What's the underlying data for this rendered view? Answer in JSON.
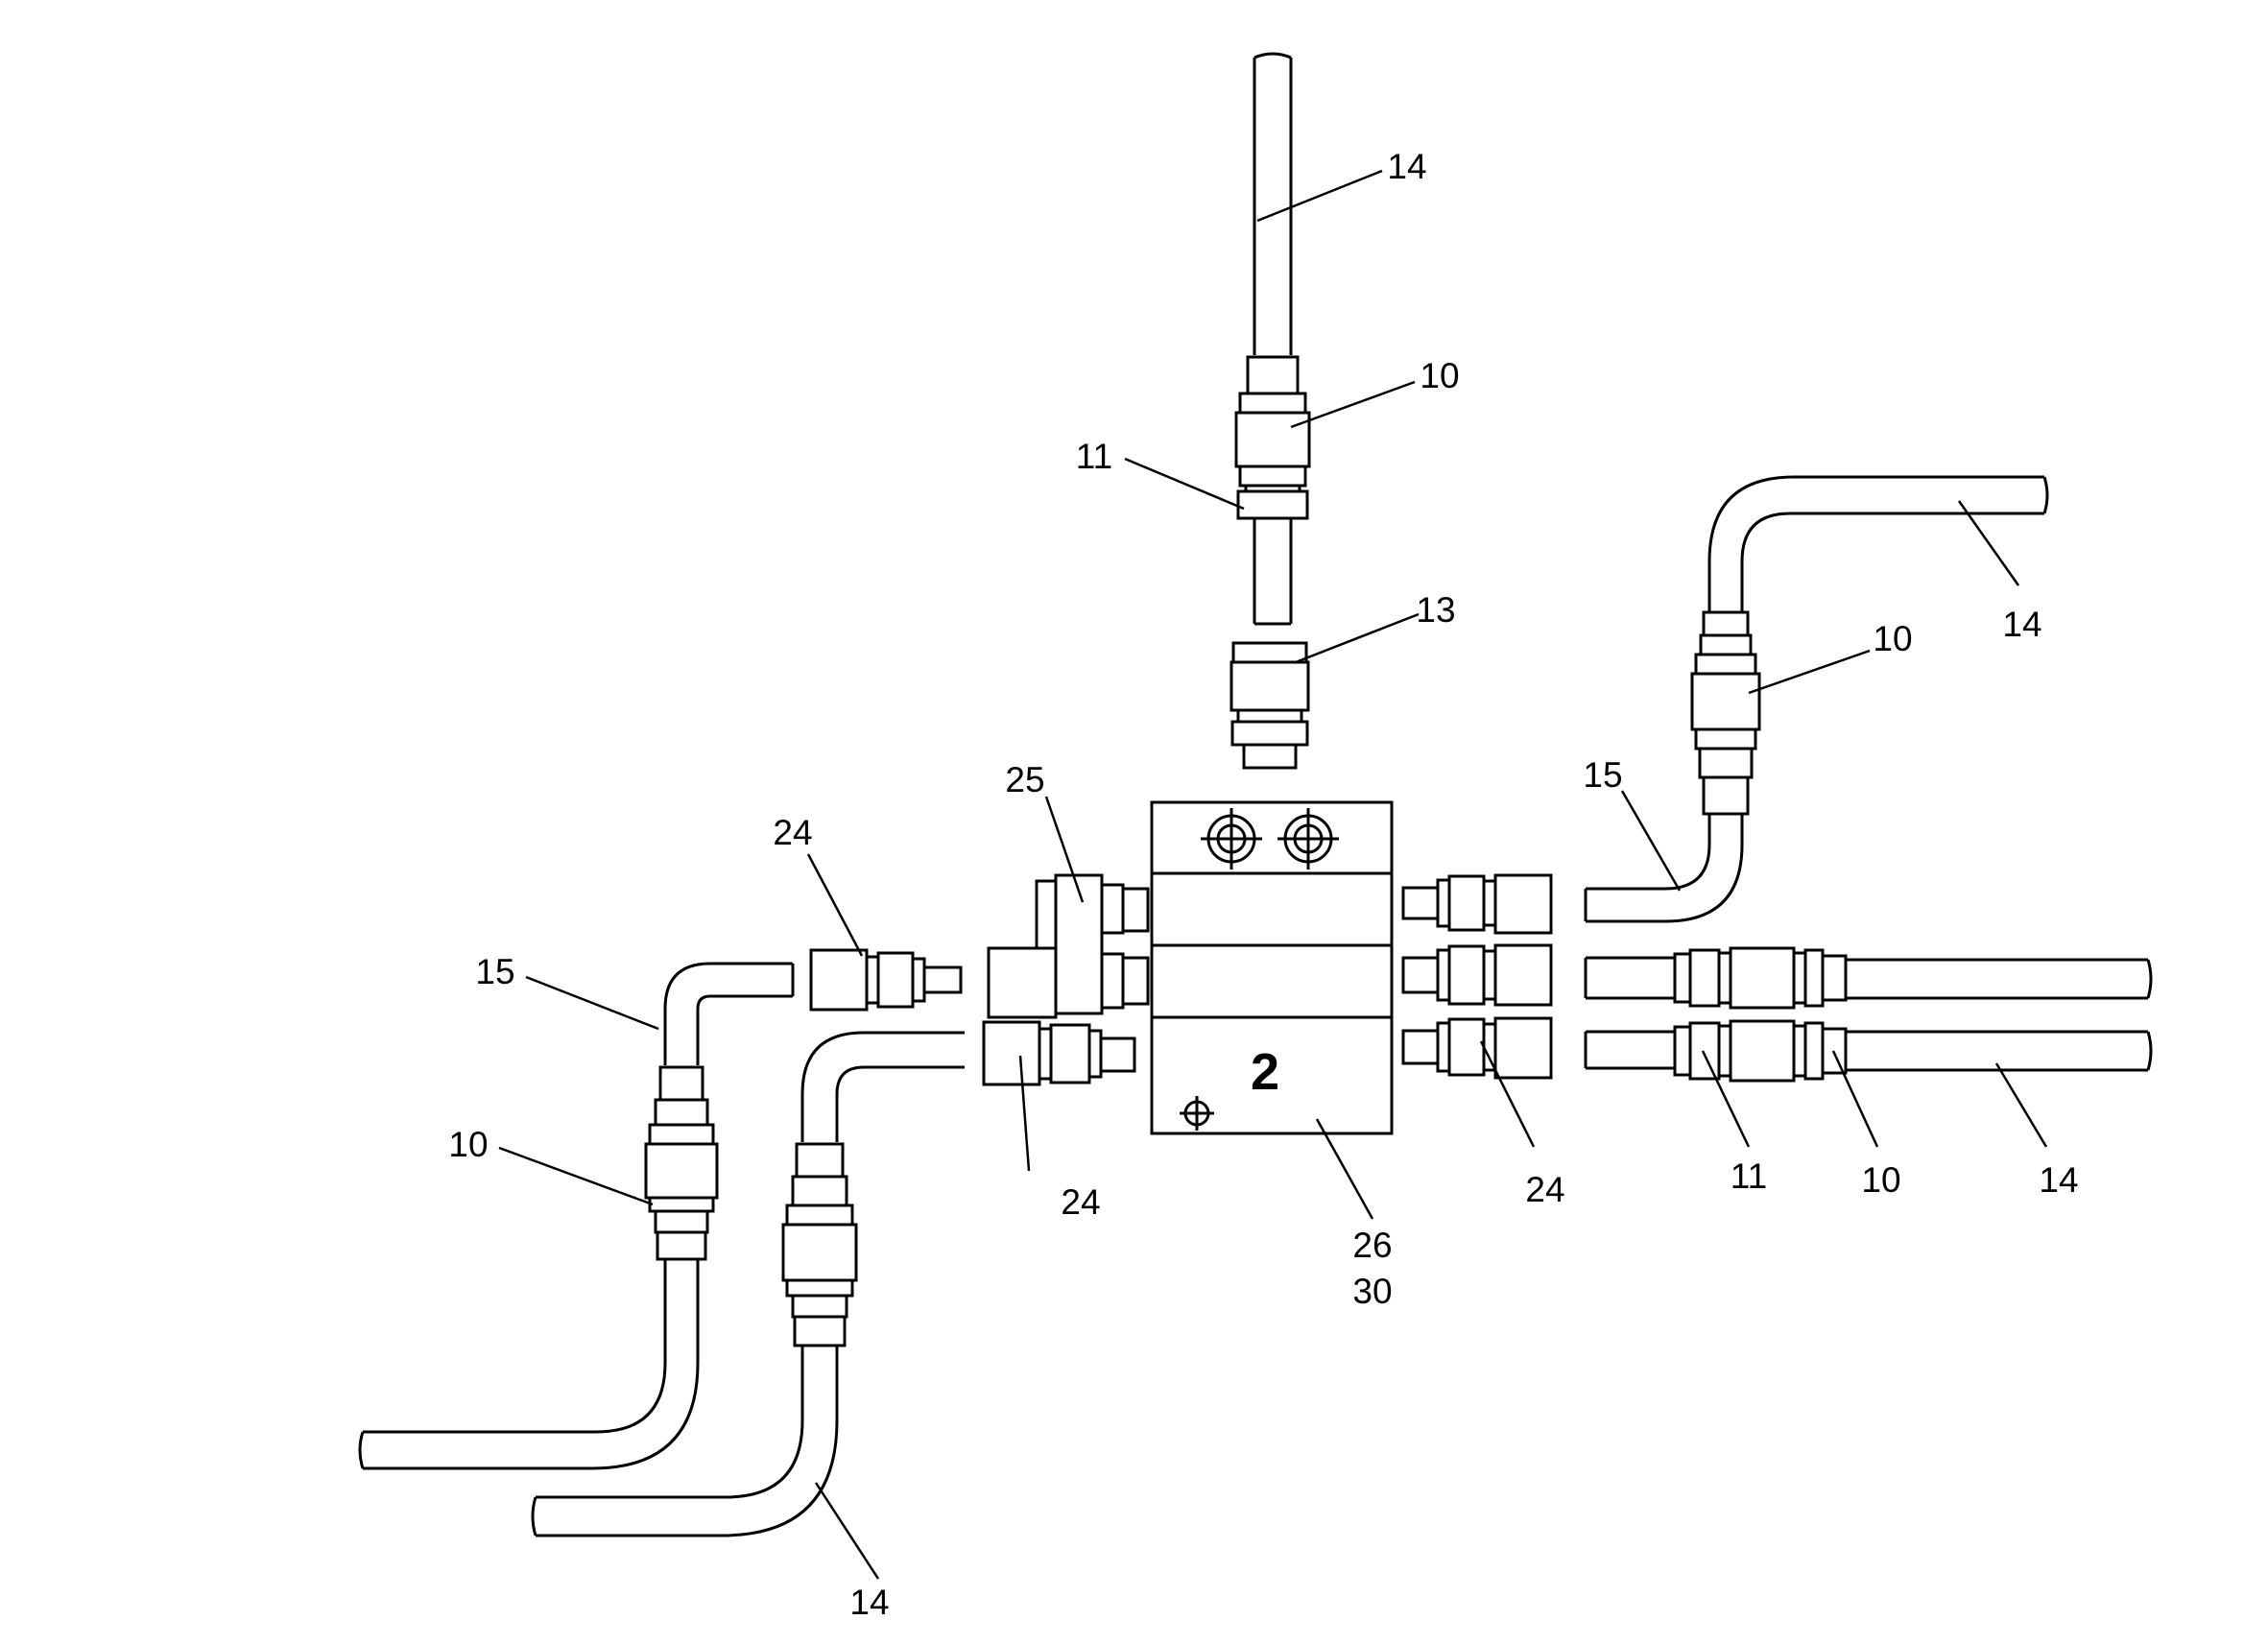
{
  "block_number": "2",
  "callouts": {
    "tube_top": "14",
    "nut_top": "10",
    "sleeve_top": "11",
    "adapter_top": "13",
    "tube_upper_right": "14",
    "nut_upper_right": "10",
    "elbow_upper_right": "15",
    "clamp": "25",
    "union_left_upper": "24",
    "elbow_left": "15",
    "nut_left": "10",
    "union_left_lower": "24",
    "tube_bottom_left": "14",
    "block_part_a": "26",
    "block_part_b": "30",
    "union_right": "24",
    "sleeve_right": "11",
    "nut_right": "10",
    "tube_right": "14"
  }
}
